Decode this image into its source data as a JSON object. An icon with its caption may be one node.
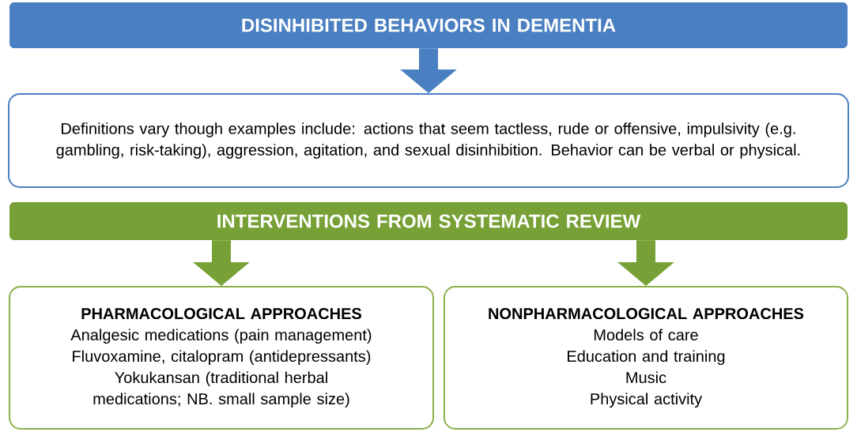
{
  "diagram": {
    "nodes": [
      {
        "text": [
          "DISINHIBITED BEHAVIORS IN DEMENTIA"
        ]
      },
      {
        "text": [
          "Definitions vary though examples include: actions that seem tactless, rude or offensive, impulsivity (e.g. gambling, risk-taking), aggression, agitation, and sexual disinhibition. Behavior can be verbal or physical."
        ]
      },
      {
        "text": [
          "INTERVENTIONS FROM SYSTEMATIC REVIEW"
        ]
      },
      {
        "text": [
          "PHARMACOLOGICAL APPROACHES",
          "Analgesic medications (pain management)",
          "Fluvoxamine, citalopram (antidepressants)",
          "Yokukansan (traditional herbal medications; NB. small sample size)"
        ]
      },
      {
        "text": [
          "NONPHARMACOLOGICAL APPROACHES",
          "Models of care",
          "Education and training",
          "Music",
          "Physical activity"
        ]
      }
    ],
    "edges": [
      {
        "from": 0,
        "to": 1,
        "arrow": "to",
        "color": "#4a7fc1"
      },
      {
        "from": 2,
        "to": 3,
        "arrow": "to"
      },
      {
        "from": 2,
        "to": 4,
        "arrow": "to"
      }
    ]
  }
}
